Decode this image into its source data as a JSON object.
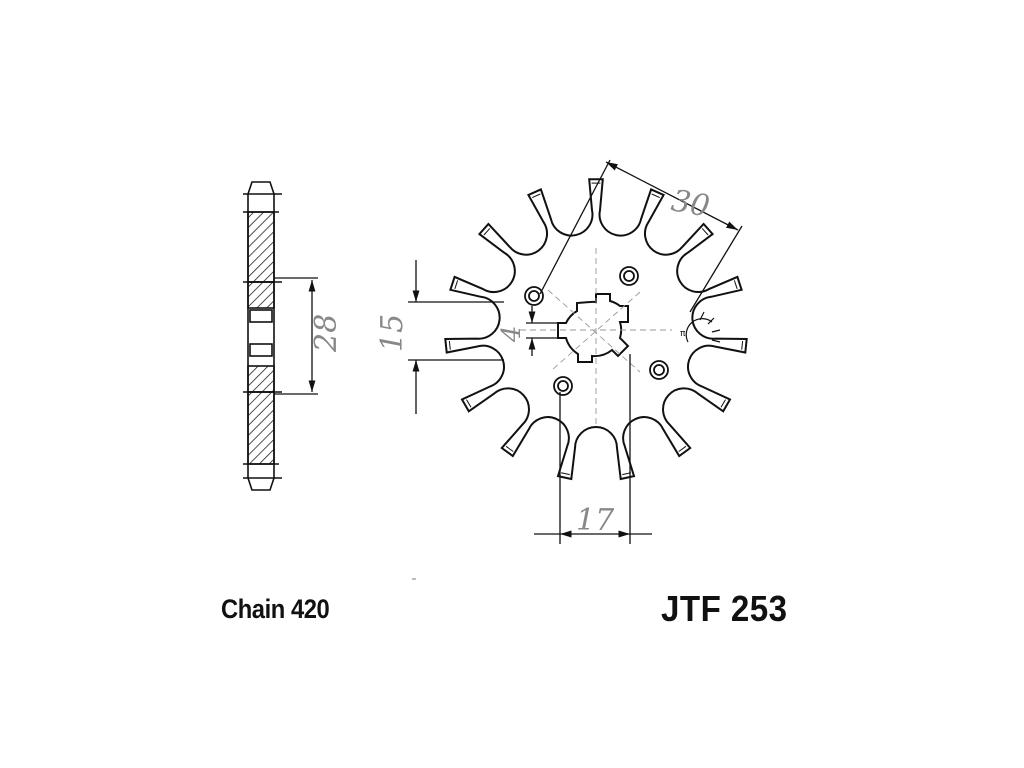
{
  "labels": {
    "chain": "Chain 420",
    "part_number": "JTF 253"
  },
  "dimensions": {
    "chain_pitch": "30",
    "hub_diameter": "28",
    "bore_diameter": "15",
    "keyway_width": "4",
    "bolt_spacing": "17"
  },
  "sprocket": {
    "teeth": 15
  },
  "colors": {
    "line": "#111111",
    "dimension_text": "#888888",
    "hatch": "#222222"
  }
}
